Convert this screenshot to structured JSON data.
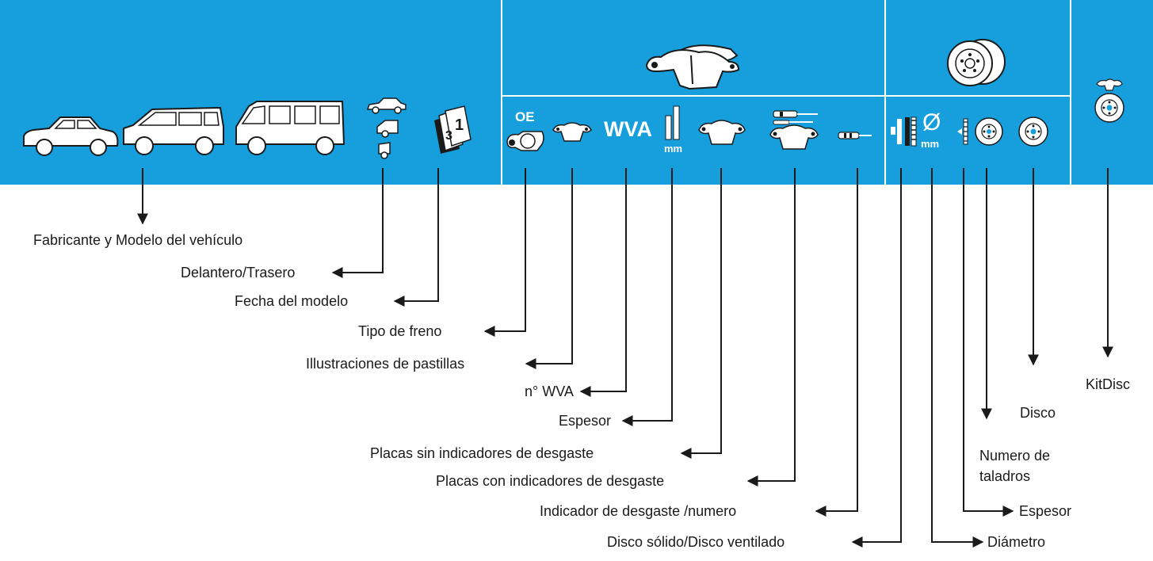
{
  "header": {
    "oe_label": "OE",
    "wva_label": "WVA",
    "mm_label_thickness": "mm",
    "mm_label_diameter": "mm",
    "diameter_symbol": "Ø"
  },
  "labels": {
    "vehicle": "Fabricante y Modelo del vehículo",
    "front_rear": "Delantero/Trasero",
    "model_date": "Fecha del modelo",
    "brake_type": "Tipo de freno",
    "pad_illustrations": "Illustraciones de pastillas",
    "wva_number": "n° WVA",
    "thickness": "Espesor",
    "pads_without_indicators": "Placas sin indicadores de desgaste",
    "pads_with_indicators": "Placas con indicadores de desgaste",
    "wear_indicator_number": "Indicador de desgaste /numero",
    "solid_ventilated_disc": "Disco sólido/Disco ventilado",
    "diameter": "Diámetro",
    "disc_thickness": "Espesor",
    "holes_number": "Numero de taladros",
    "disc": "Disco",
    "kitdisc": "KitDisc"
  },
  "colors": {
    "header_bg": "#169fdc",
    "line": "#1a1a1a",
    "icon_fill": "#ffffff"
  }
}
